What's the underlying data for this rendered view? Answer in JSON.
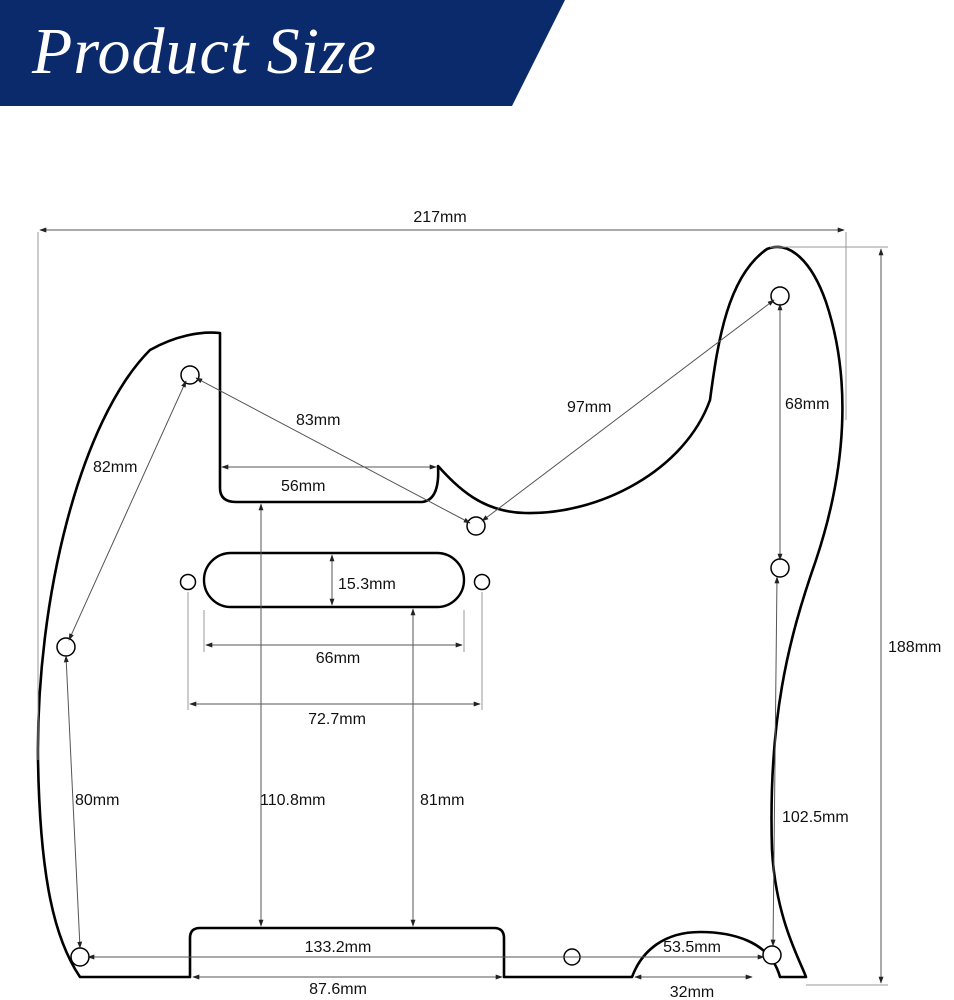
{
  "banner": {
    "title": "Product Size",
    "color": "#0a2a6b"
  },
  "dimensions": {
    "overall_width": "217mm",
    "overall_height": "188mm",
    "upper_left_diag": "82mm",
    "upper_center_diag": "83mm",
    "upper_right_diag": "97mm",
    "right_upper_vertical": "68mm",
    "notch_width": "56mm",
    "pickup_height": "15.3mm",
    "pickup_length": "66mm",
    "pickup_screw_spacing": "72.7mm",
    "left_vertical": "80mm",
    "notch_to_bottom": "110.8mm",
    "pickup_to_bottom": "81mm",
    "right_lower_vertical": "102.5mm",
    "bottom_span": "133.2mm",
    "bottom_notch_width": "87.6mm",
    "jack_cutout_span": "53.5mm",
    "jack_cutout_width": "32mm"
  }
}
